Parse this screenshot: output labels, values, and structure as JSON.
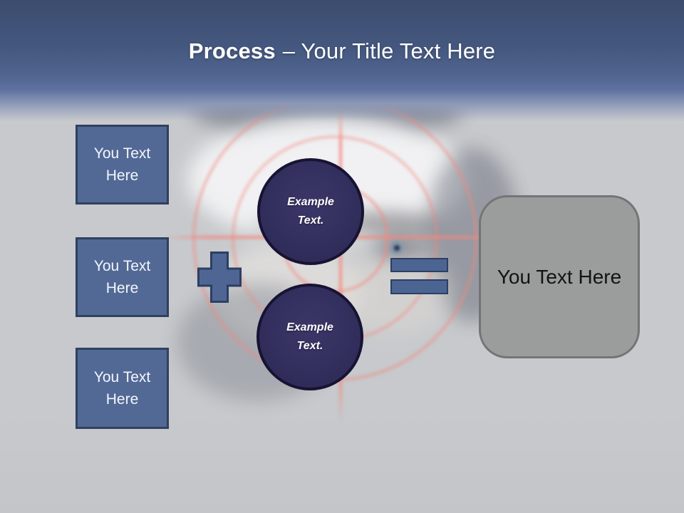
{
  "title": {
    "bold": "Process",
    "rest": "– Your Title Text Here"
  },
  "left_boxes": [
    {
      "label": "You Text Here"
    },
    {
      "label": "You Text Here"
    },
    {
      "label": "You Text Here"
    }
  ],
  "example_circles": [
    {
      "label": "Example Text."
    },
    {
      "label": "Example Text."
    }
  ],
  "result_box": {
    "label": "You Text Here"
  },
  "icons": {
    "plus": "plus-icon",
    "equals": "equals-icon",
    "crosshair": "sniper-target-icon"
  },
  "colors": {
    "header_top": "#3c4c6e",
    "header_bottom": "#5e71a0",
    "shape_blue_fill": "#526996",
    "shape_blue_border": "#30405f",
    "operator_blue": "#4c6492",
    "circle_navy": "#322e5c",
    "circle_border": "#171334",
    "result_gray": "#9b9c9c",
    "target_red": "#f4887e",
    "background_gray": "#c7c9cc",
    "title_text": "#ffffff"
  }
}
